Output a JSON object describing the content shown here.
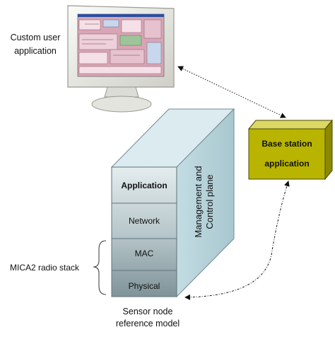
{
  "labels": {
    "custom_app_line1": "Custom user",
    "custom_app_line2": "application",
    "base_station_line1": "Base station",
    "base_station_line2": "application",
    "mgmt_line1": "Management and",
    "mgmt_line2": "Control plane",
    "radio_stack": "MICA2 radio stack",
    "sensor_line1": "Sensor node",
    "sensor_line2": "reference model"
  },
  "layers": [
    "Application",
    "Network",
    "MAC",
    "Physical"
  ],
  "colors": {
    "cube_front": "#8fa4ab",
    "cube_front_top": "#c6d3d7",
    "cube_side": "#c4dde3",
    "cube_top": "#dcebef",
    "base_front": "#b8b400",
    "base_top": "#dcd864",
    "base_side": "#8c8800",
    "monitor_frame": "#f0f0ec",
    "monitor_screen": "#d8a4b4"
  }
}
